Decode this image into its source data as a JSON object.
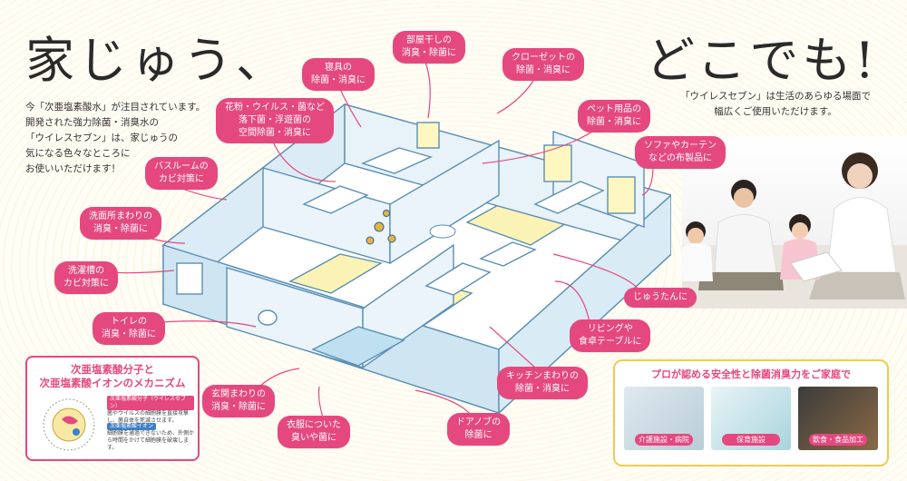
{
  "headline": {
    "left": "家じゅう、",
    "right": "どこでも!"
  },
  "intro": {
    "lines": [
      "今「次亜塩素酸水」が注目されています。",
      "開発された強力除菌・消臭水の",
      "「ウイレスセブン」は、家じゅうの",
      "気になる色々なところに",
      "お使いいただけます！"
    ]
  },
  "right_text": {
    "lines": [
      "「ウイレスセブン」は生活のあらゆる場面で",
      "幅広くご使用いただけます。"
    ]
  },
  "labels": {
    "heyaboshi": [
      "部屋干しの",
      "消臭・除菌に"
    ],
    "shinsou": [
      "寝具の",
      "除菌・消臭に"
    ],
    "closet": [
      "クローゼットの",
      "除菌・消臭に"
    ],
    "kafun": [
      "花粉・ウイルス・菌など",
      "落下菌・浮遊菌の",
      "空間除菌・消臭に"
    ],
    "pet": [
      "ペット用品の",
      "除菌・消臭に"
    ],
    "sofa": [
      "ソファやカーテン",
      "などの布製品に"
    ],
    "bath": [
      "バスルームの",
      "カビ対策に"
    ],
    "senmen": [
      "洗面所まわりの",
      "消臭・除菌に"
    ],
    "sentaku": [
      "洗濯槽の",
      "カビ対策に"
    ],
    "toilet": [
      "トイレの",
      "消臭・除菌に"
    ],
    "rug": [
      "じゅうたんに"
    ],
    "living": [
      "リビングや",
      "食卓テーブルに"
    ],
    "kitchen": [
      "キッチンまわりの",
      "除菌・消臭に"
    ],
    "genkan": [
      "玄関まわりの",
      "消臭・除菌に"
    ],
    "clothes": [
      "衣服についた",
      "臭いや菌に"
    ],
    "door": [
      "ドアノブの",
      "除菌に"
    ]
  },
  "mechanism": {
    "title": [
      "次亜塩素酸分子と",
      "次亜塩素酸イオンのメカニズム"
    ],
    "tag1": "次亜塩素酸分子（ウイレスセブン）",
    "text1": "菌やウイルスの細胞膜を直接攻撃し、菌自体を死滅させます。",
    "tag2": "次亜塩素酸イオン",
    "text2": "細胞膜を通過できないため、外側から時間をかけて細胞膜を破壊します。"
  },
  "pro": {
    "title": "プロが認める安全性と除菌消臭力をご家庭で",
    "items": [
      "介護施設・病院",
      "保育施設",
      "飲食・食品加工"
    ]
  },
  "colors": {
    "accent": "#e5487e",
    "gold": "#f2c94c",
    "floor": "#fbf3b5",
    "wall": "#cfe6f2",
    "line": "#5b8fb4"
  }
}
